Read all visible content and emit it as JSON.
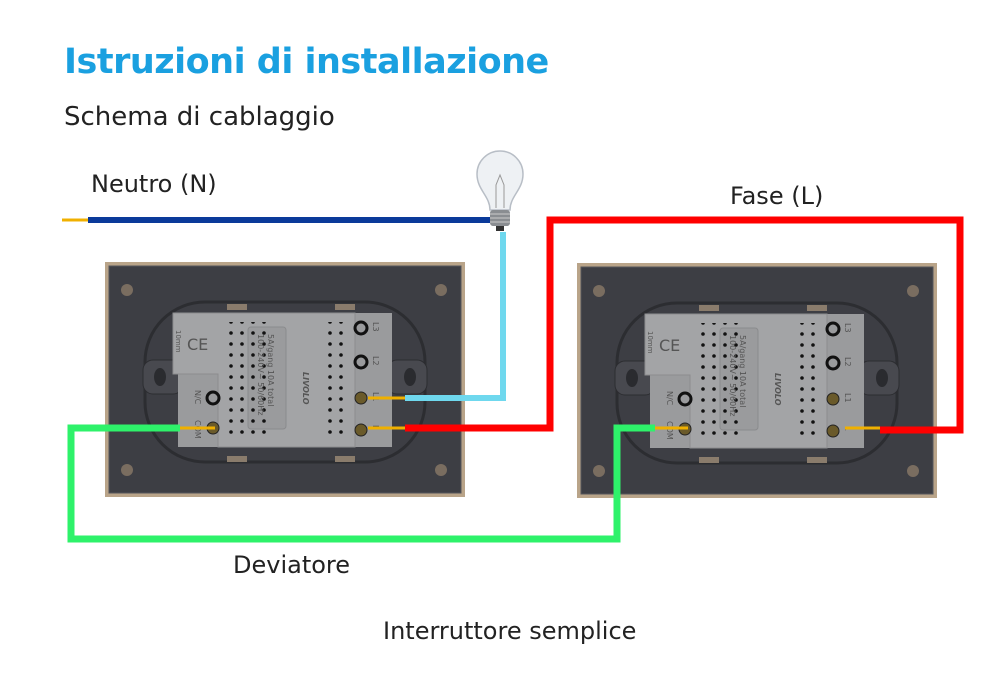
{
  "header": {
    "title": "Istruzioni di installazione",
    "subtitle": "Schema di cablaggio"
  },
  "labels": {
    "neutral": "Neutro (N)",
    "phase": "Fase (L)",
    "two_way": "Deviatore",
    "one_way": "Interruttore semplice"
  },
  "module": {
    "brand": "LIVOLO",
    "rating_1": "100-240V~   50/60Hz",
    "rating_2": "5A/gang  10A total",
    "ce": "CE",
    "strip": "10mm",
    "terminals": [
      "L3",
      "L2",
      "L1",
      "L",
      "N/C",
      "COM"
    ]
  },
  "colors": {
    "title": "#1aa0e0",
    "neutral_wire": "#0a3a9a",
    "load_wire": "#6fd8ee",
    "phase_wire": "#ff0000",
    "traveler_wire": "#2ef26a",
    "wire_tip": "#f0b000",
    "frame": "#b9a489",
    "plate": "#3d3e44",
    "module": "#a3a4a6"
  }
}
